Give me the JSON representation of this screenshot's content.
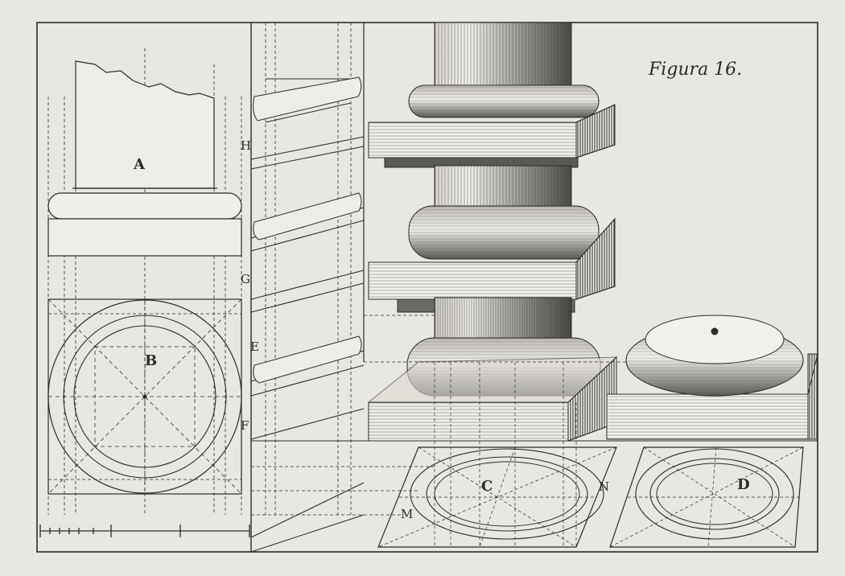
{
  "plate": {
    "title": "Figura 16.",
    "labels": {
      "A": "A",
      "B": "B",
      "C": "C",
      "D": "D",
      "E": "E",
      "F": "F",
      "G": "G",
      "H": "H",
      "M": "M",
      "N": "N"
    }
  },
  "colors": {
    "paper": "#e9e7e1",
    "ink": "#2b2b2b",
    "hatch": "#555555",
    "shade": "#c9c6bf"
  }
}
